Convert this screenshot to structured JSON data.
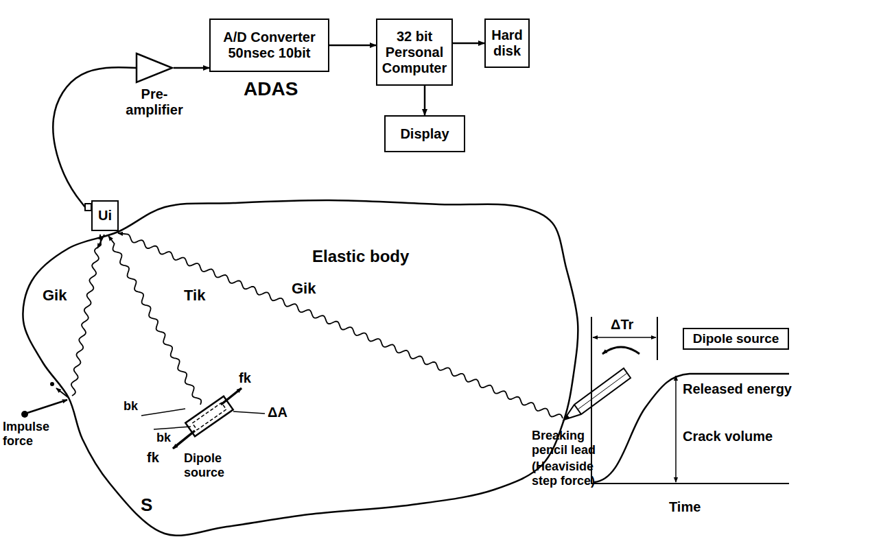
{
  "diagram": {
    "nodes": [
      {
        "text": [
          "Elastic body",
          "S"
        ]
      },
      {
        "text": [
          "Ui"
        ]
      },
      {
        "text": [
          "Pre- amplifier"
        ]
      },
      {
        "text": [
          "A/D Converter 50nsec 10bit"
        ]
      },
      {
        "text": [
          "32 bit Personal Computer"
        ]
      },
      {
        "text": [
          "Hard disk"
        ]
      },
      {
        "text": [
          "Display"
        ]
      },
      {
        "text": [
          "Dipole source"
        ]
      }
    ],
    "edges": [
      {
        "from": 1,
        "to": 2,
        "arrow": "none"
      },
      {
        "from": 2,
        "to": 3,
        "arrow": "to"
      },
      {
        "from": 3,
        "to": 4,
        "arrow": "to"
      },
      {
        "from": 4,
        "to": 5,
        "arrow": "to"
      },
      {
        "from": 4,
        "to": 6,
        "arrow": "to"
      }
    ],
    "labels": [
      "ADAS",
      "Gik",
      "Tik",
      "Gik",
      "Impulse force",
      "bk",
      "bk",
      "fk",
      "fk",
      "ΔA",
      "Dipole source",
      "Breaking pencil lead",
      "(Heaviside step force)",
      "ΔTr",
      "Released energy",
      "Crack volume",
      "Time"
    ]
  }
}
